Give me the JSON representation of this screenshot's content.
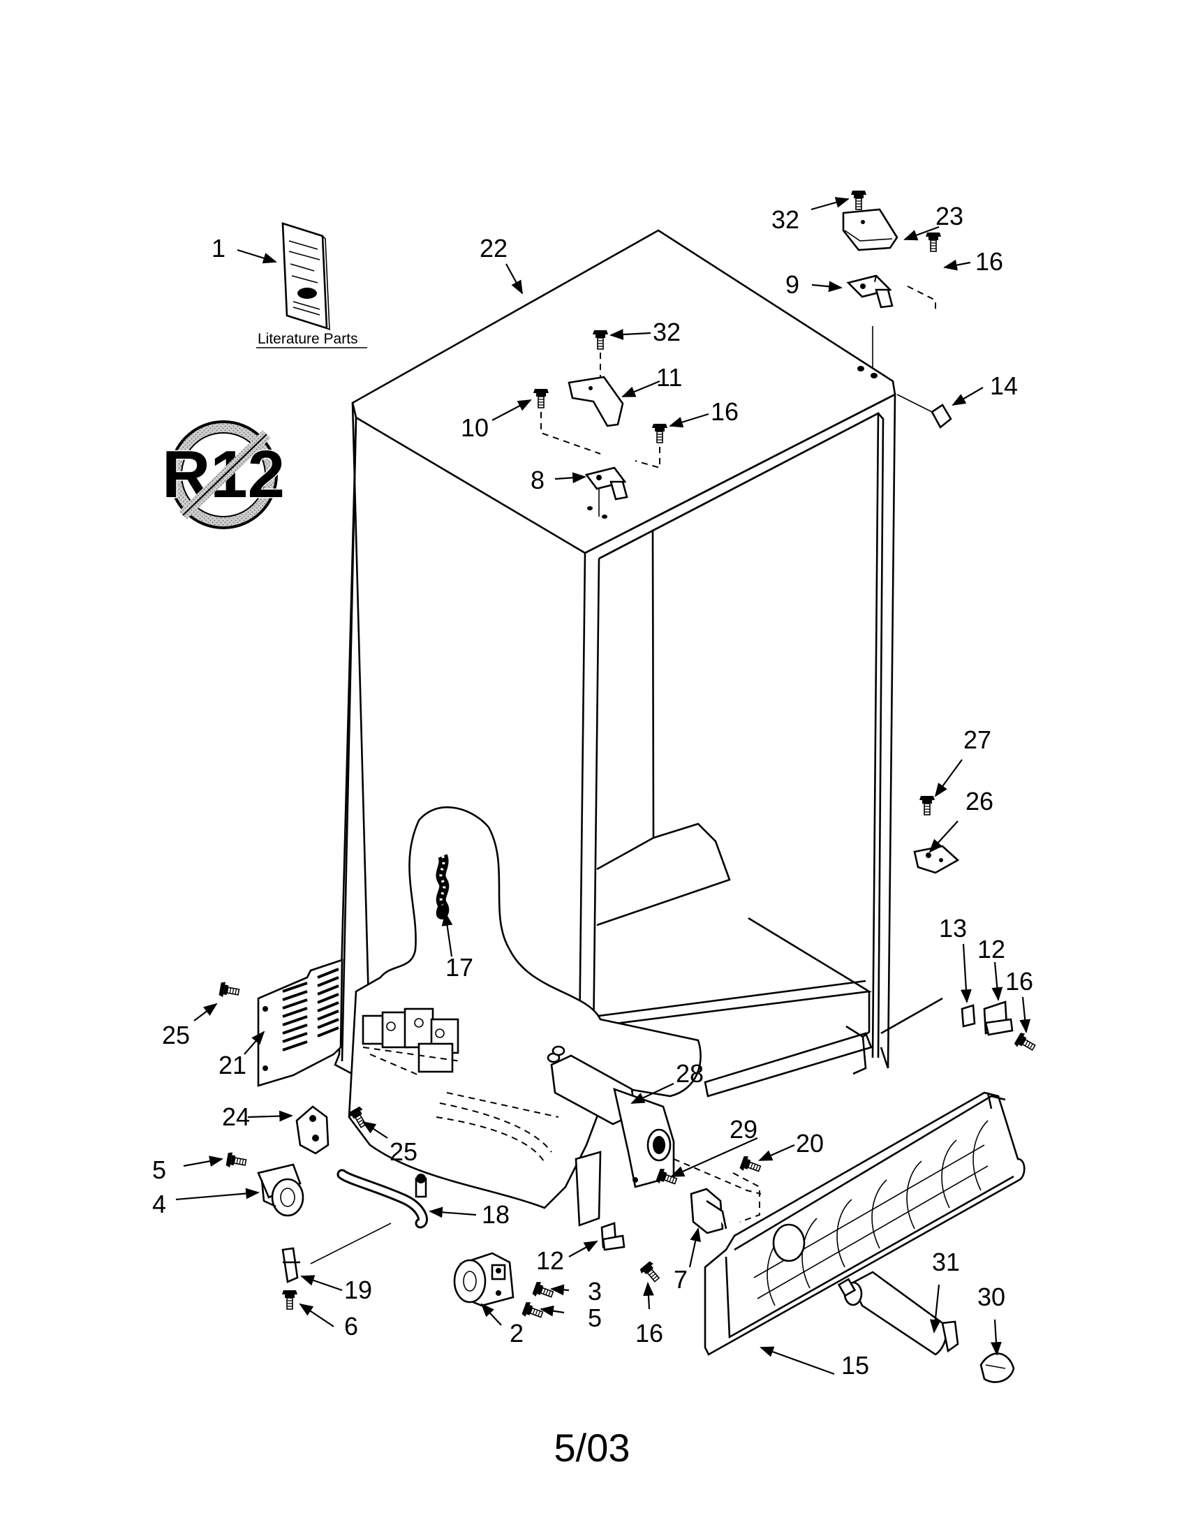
{
  "literature_label": "Literature Parts",
  "date_code": "5/03",
  "badge_text": "R12",
  "callouts": {
    "c1": "1",
    "c22": "22",
    "c32a": "32",
    "c23": "23",
    "c16a": "16",
    "c9": "9",
    "c32b": "32",
    "c11": "11",
    "c14": "14",
    "c10": "10",
    "c16b": "16",
    "c8": "8",
    "c27": "27",
    "c26": "26",
    "c17": "17",
    "c13": "13",
    "c12a": "12",
    "c16c": "16",
    "c25a": "25",
    "c21": "21",
    "c28": "28",
    "c24": "24",
    "c25b": "25",
    "c29": "29",
    "c20": "20",
    "c5a": "5",
    "c4": "4",
    "c18": "18",
    "c12b": "12",
    "c3": "3",
    "c7": "7",
    "c31": "31",
    "c30": "30",
    "c19": "19",
    "c5b": "5",
    "c2": "2",
    "c16d": "16",
    "c6": "6",
    "c15": "15"
  }
}
